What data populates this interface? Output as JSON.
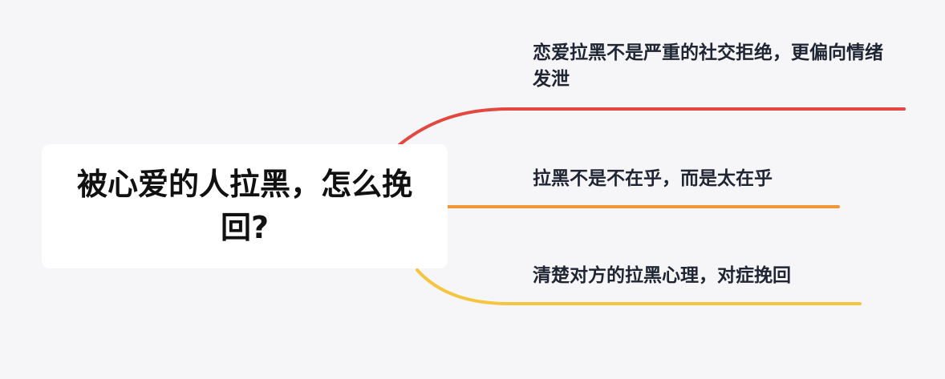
{
  "root": {
    "title": "被心爱的人拉黑，怎么挽回?"
  },
  "branches": [
    {
      "label": "恋爱拉黑不是严重的社交拒绝，更偏向情绪发泄",
      "color": "#e2483f"
    },
    {
      "label": "拉黑不是不在乎，而是太在乎",
      "color": "#f1973a"
    },
    {
      "label": "清楚对方的拉黑心理，对症挽回",
      "color": "#f6c53f"
    }
  ]
}
